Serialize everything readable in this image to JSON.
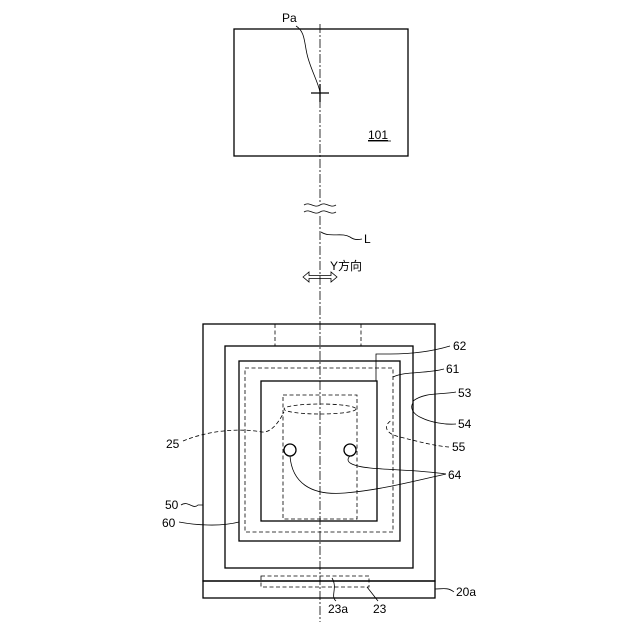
{
  "labels": {
    "pa": "Pa",
    "l": "L",
    "y_direction": "Y方向",
    "ref_101": "101",
    "ref_62": "62",
    "ref_61": "61",
    "ref_53": "53",
    "ref_54": "54",
    "ref_55": "55",
    "ref_25": "25",
    "ref_64": "64",
    "ref_50": "50",
    "ref_60": "60",
    "ref_20a": "20a",
    "ref_23a": "23a",
    "ref_23": "23"
  }
}
